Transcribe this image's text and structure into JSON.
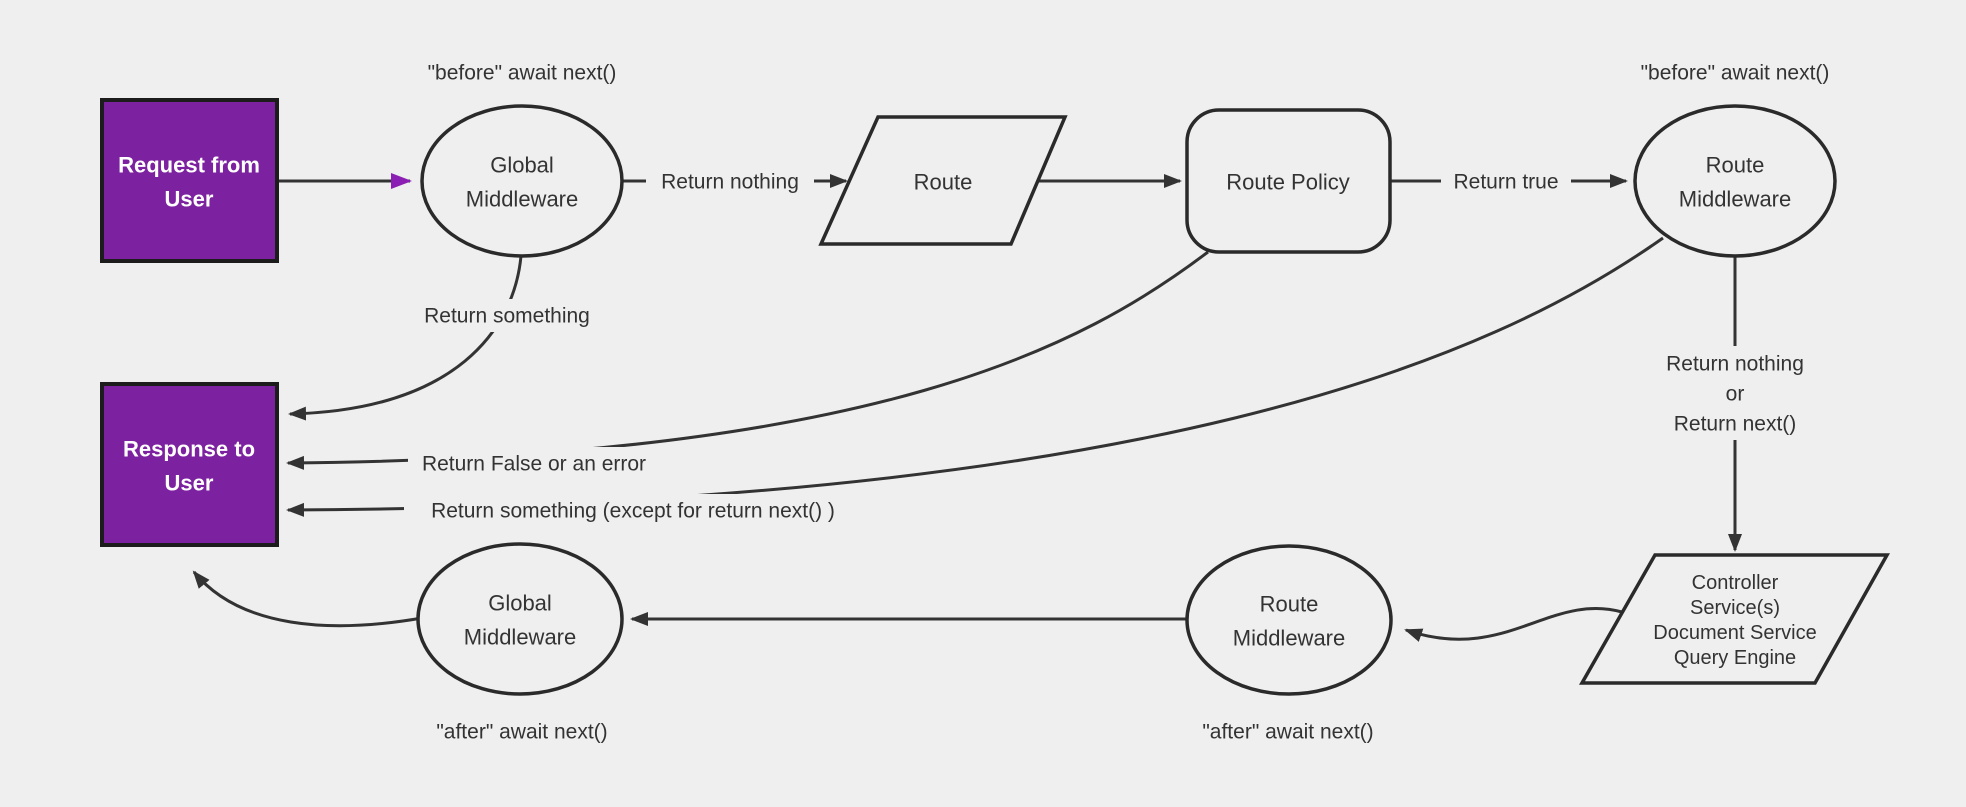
{
  "diagram": {
    "title": "Request / response lifecycle flowchart",
    "background_color": "#efefef",
    "ink_color": "#333333",
    "purple_node_fill": "#7c219f",
    "purple_node_border": "#1c1c1c",
    "purple_arrow_color": "#8b1fb3"
  },
  "nodes": {
    "request_from_user": {
      "lines": [
        "Request from",
        "User"
      ],
      "shape": "rectangle"
    },
    "response_to_user": {
      "lines": [
        "Response to",
        "User"
      ],
      "shape": "rectangle"
    },
    "global_middleware_top": {
      "lines": [
        "Global",
        "Middleware"
      ],
      "shape": "ellipse"
    },
    "route_middleware_top": {
      "lines": [
        "Route",
        "Middleware"
      ],
      "shape": "ellipse"
    },
    "global_middleware_bottom": {
      "lines": [
        "Global",
        "Middleware"
      ],
      "shape": "ellipse"
    },
    "route_middleware_bottom": {
      "lines": [
        "Route",
        "Middleware"
      ],
      "shape": "ellipse"
    },
    "route": {
      "lines": [
        "Route"
      ],
      "shape": "parallelogram"
    },
    "route_policy": {
      "lines": [
        "Route Policy"
      ],
      "shape": "rounded-rectangle"
    },
    "controller_stack": {
      "lines": [
        "Controller",
        "Service(s)",
        "Document Service",
        "Query Engine"
      ],
      "shape": "parallelogram"
    }
  },
  "edge_labels": {
    "return_nothing": "Return nothing",
    "return_true": "Return true",
    "return_something": "Return something",
    "return_false_or_error": "Return False or an error",
    "return_something_except": "Return something (except for return next() )",
    "return_nothing_or": {
      "lines": [
        "Return nothing",
        "or",
        "Return next()"
      ]
    }
  },
  "notes": {
    "before_global": "\"before\" await next()",
    "before_route": "\"before\" await next()",
    "after_global": "\"after\" await next()",
    "after_route": "\"after\" await next()"
  }
}
